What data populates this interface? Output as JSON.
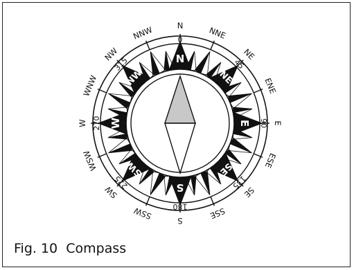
{
  "figure": {
    "caption_number": "Fig. 10",
    "caption_title": "Compass"
  },
  "compass": {
    "outer_points": [
      {
        "label": "N",
        "bearing": 0
      },
      {
        "label": "NNE",
        "bearing": 22.5
      },
      {
        "label": "NE",
        "bearing": 45
      },
      {
        "label": "ENE",
        "bearing": 67.5
      },
      {
        "label": "E",
        "bearing": 90
      },
      {
        "label": "ESE",
        "bearing": 112.5
      },
      {
        "label": "SE",
        "bearing": 135
      },
      {
        "label": "SSE",
        "bearing": 157.5
      },
      {
        "label": "S",
        "bearing": 180
      },
      {
        "label": "SSW",
        "bearing": 202.5
      },
      {
        "label": "SW",
        "bearing": 225
      },
      {
        "label": "WSW",
        "bearing": 247.5
      },
      {
        "label": "W",
        "bearing": 270
      },
      {
        "label": "WNW",
        "bearing": 292.5
      },
      {
        "label": "NW",
        "bearing": 315
      },
      {
        "label": "NNW",
        "bearing": 337.5
      }
    ],
    "degree_labels": [
      {
        "text": "0",
        "bearing": 0
      },
      {
        "text": "45",
        "bearing": 45
      },
      {
        "text": "90",
        "bearing": 90
      },
      {
        "text": "135",
        "bearing": 135
      },
      {
        "text": "180",
        "bearing": 180
      },
      {
        "text": "225",
        "bearing": 225
      },
      {
        "text": "270",
        "bearing": 270
      },
      {
        "text": "315",
        "bearing": 315
      }
    ],
    "rose_points": [
      {
        "label": "N",
        "bearing": 0
      },
      {
        "label": "NE",
        "bearing": 45
      },
      {
        "label": "E",
        "bearing": 90
      },
      {
        "label": "SE",
        "bearing": 135
      },
      {
        "label": "S",
        "bearing": 180
      },
      {
        "label": "SW",
        "bearing": 225
      },
      {
        "label": "W",
        "bearing": 270
      },
      {
        "label": "NW",
        "bearing": 315
      }
    ],
    "colors": {
      "ink": "#111111",
      "needle_north": "#c8c8c8",
      "paper": "#ffffff"
    }
  }
}
